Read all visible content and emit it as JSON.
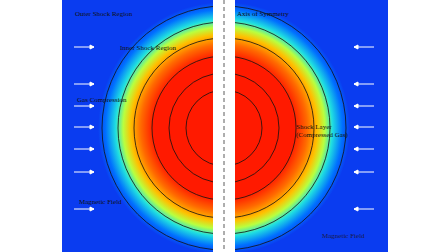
{
  "diagram": {
    "labels": [
      "Outer Shock Region",
      "Axis of Symmetry",
      "Inner Shock Region",
      "Gas Compression",
      "Shock Layer (Compressed Gas)",
      "Magnetic Field",
      "Magnetic Field"
    ]
  }
}
